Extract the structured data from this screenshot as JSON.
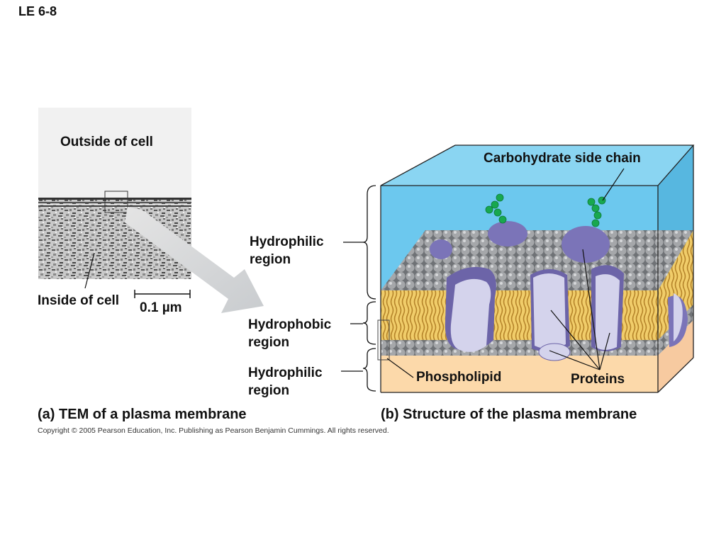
{
  "slide_title": "LE 6-8",
  "panel_a": {
    "outside_label": "Outside of cell",
    "inside_label": "Inside of cell",
    "scale_label": "0.1 µm",
    "caption_letter": "(a)",
    "caption_text": "TEM of a plasma membrane"
  },
  "panel_b": {
    "carbohydrate_label": "Carbohydrate side chain",
    "hydrophilic_top": "Hydrophilic region",
    "hydrophobic": "Hydrophobic region",
    "hydrophilic_bottom": "Hydrophilic region",
    "phospholipid_label": "Phospholipid",
    "proteins_label": "Proteins",
    "caption_letter": "(b)",
    "caption_text": "Structure of the plasma membrane"
  },
  "copyright": "Copyright ©  2005 Pearson Education, Inc. Publishing as Pearson Benjamin Cummings. All rights reserved.",
  "colors": {
    "water": "#6cc8ee",
    "cytoplasm": "#fcd9aa",
    "lipid_head": "#9fa1a4",
    "lipid_tail": "#e9b949",
    "protein": "#7b74b8",
    "protein_light": "#d4d3ec",
    "carbohydrate": "#18a84f"
  }
}
